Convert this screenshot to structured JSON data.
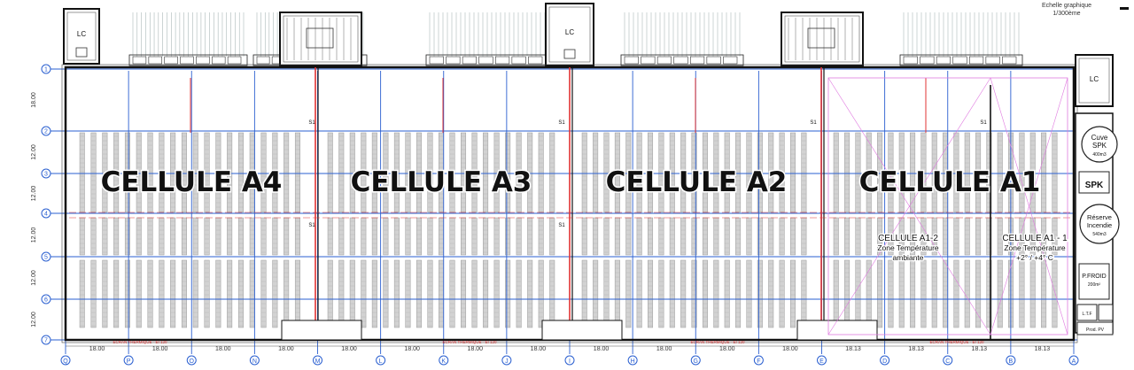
{
  "header": {
    "scale_title": "Echelle graphique",
    "scale_value": "1/300ème"
  },
  "cells": [
    {
      "id": "a4",
      "label": "CELLULE A4"
    },
    {
      "id": "a3",
      "label": "CELLULE A3"
    },
    {
      "id": "a2",
      "label": "CELLULE A2"
    },
    {
      "id": "a1",
      "label": "CELLULE A1"
    }
  ],
  "zones": [
    {
      "id": "a1-2",
      "lines": [
        "CELLULE A1-2",
        "Zone Température",
        "ambiante"
      ]
    },
    {
      "id": "a1-1",
      "lines": [
        "CELLULE A1 - 1",
        "Zone Température",
        "+2° / +4° C"
      ]
    }
  ],
  "grid_columns": [
    "Q",
    "P",
    "O",
    "N",
    "M",
    "L",
    "K",
    "J",
    "I",
    "H",
    "G",
    "F",
    "E",
    "D",
    "C",
    "B",
    "A"
  ],
  "grid_rows": [
    "1",
    "2",
    "3",
    "4",
    "5",
    "6",
    "7"
  ],
  "bay_widths": [
    "18.00",
    "18.00",
    "18.00",
    "18.00",
    "18.00",
    "18.00",
    "18.00",
    "18.00",
    "18.00",
    "18.00",
    "18.00",
    "18.00",
    "18.13",
    "18.13",
    "18.13",
    "18.13"
  ],
  "row_dims": [
    "18.00",
    "12.00",
    "12.00",
    "12.00",
    "12.00",
    "12.00"
  ],
  "side_rooms": [
    {
      "id": "cuve",
      "lines": [
        "Cuve",
        "SPK",
        "400m3"
      ]
    },
    {
      "id": "spk",
      "lines": [
        "SPK"
      ]
    },
    {
      "id": "reserve",
      "lines": [
        "Réserve",
        "Incendie",
        "540m3"
      ]
    },
    {
      "id": "pfroid",
      "lines": [
        "P.FROID",
        "200m²"
      ]
    },
    {
      "id": "ltf",
      "lines": [
        "L.T.F"
      ]
    },
    {
      "id": "prod",
      "lines": [
        "Prod. PV"
      ]
    }
  ],
  "top_rooms": [
    {
      "id": "lc1",
      "lines": [
        "LC"
      ]
    },
    {
      "id": "lc2",
      "lines": [
        "LC"
      ]
    },
    {
      "id": "lc3",
      "lines": [
        "LC"
      ]
    }
  ],
  "wall_labels": {
    "firewall": "ECRAN THERMIQUE - EI 120"
  },
  "door_tags": [
    "S1",
    "S1",
    "S1",
    "S1",
    "S1",
    "S1"
  ],
  "colors": {
    "grid_blue": "#2a5fd0",
    "fire_red": "#e23333",
    "magenta": "#e07ae0",
    "rack": "#9a9a9a",
    "wall": "#111111"
  }
}
